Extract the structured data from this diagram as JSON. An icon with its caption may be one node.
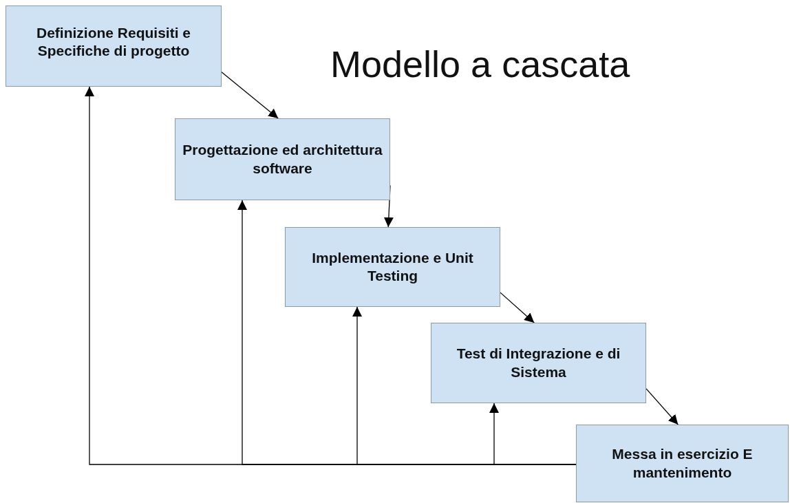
{
  "diagram": {
    "title": "Modello a cascata",
    "nodes": [
      {
        "text": [
          "Definizione Requisiti e Specifiche di progetto"
        ]
      },
      {
        "text": [
          "Progettazione ed architettura software"
        ]
      },
      {
        "text": [
          "Implementazione e Unit Testing"
        ]
      },
      {
        "text": [
          "Test di Integrazione e di Sistema"
        ]
      },
      {
        "text": [
          "Messa in esercizio E mantenimento"
        ]
      }
    ],
    "edges": [
      {
        "from": 0,
        "to": 1,
        "arrow": "to"
      },
      {
        "from": 1,
        "to": 2,
        "arrow": "to"
      },
      {
        "from": 2,
        "to": 3,
        "arrow": "to"
      },
      {
        "from": 3,
        "to": 4,
        "arrow": "to"
      },
      {
        "from": 4,
        "to": 0,
        "arrow": "to"
      },
      {
        "from": 4,
        "to": 1,
        "arrow": "to"
      },
      {
        "from": 4,
        "to": 2,
        "arrow": "to"
      },
      {
        "from": 4,
        "to": 3,
        "arrow": "to"
      }
    ]
  }
}
